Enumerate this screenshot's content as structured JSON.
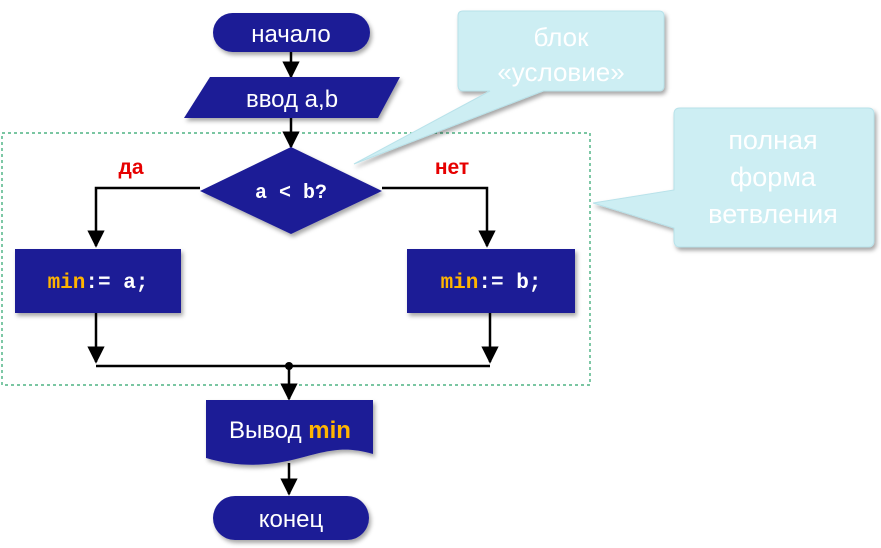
{
  "colors": {
    "shape_fill": "#1c1c96",
    "shape_text": "#ffffff",
    "keyword": "#ffb400",
    "branch_label": "#e60000",
    "callout_fill": "#cdeef3",
    "callout_text": "#ffffff",
    "frame": "#2aa36b",
    "line": "#000000"
  },
  "flowchart": {
    "start": "начало",
    "input": "ввод a,b",
    "condition": "a < b?",
    "yes_label": "да",
    "no_label": "нет",
    "left_assign": {
      "keyword": "min",
      "rest": ":= a;"
    },
    "right_assign": {
      "keyword": "min",
      "rest": ":= b;"
    },
    "output": {
      "text": "Вывод ",
      "keyword": "min"
    },
    "end": "конец"
  },
  "callouts": {
    "condition_block": {
      "line1": "блок",
      "line2": "«условие»"
    },
    "full_branch": {
      "line1": "полная",
      "line2": "форма",
      "line3": "ветвления"
    }
  }
}
